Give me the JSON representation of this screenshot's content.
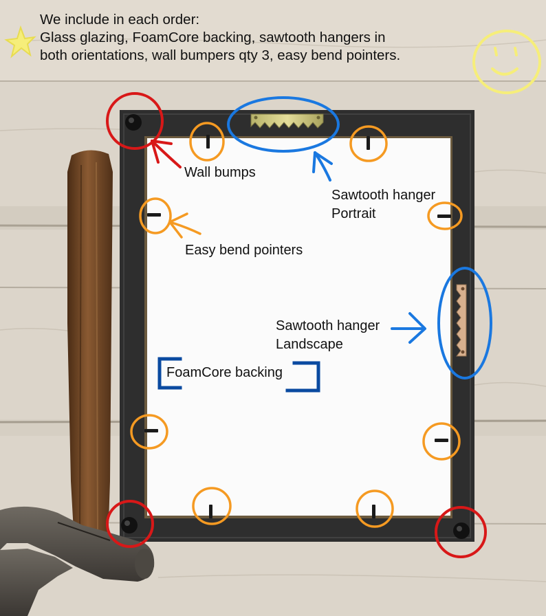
{
  "header": {
    "line1": "We include in each order:",
    "line2": "Glass glazing, FoamCore backing, sawtooth hangers in",
    "line3": "both orientations, wall bumpers qty 3, easy bend pointers."
  },
  "labels": {
    "wall_bumps": "Wall bumps",
    "sawtooth_portrait_1": "Sawtooth hanger",
    "sawtooth_portrait_2": "Portrait",
    "easy_bend": "Easy bend pointers",
    "sawtooth_landscape_1": "Sawtooth hanger",
    "sawtooth_landscape_2": "Landscape",
    "foamcore": "FoamCore backing"
  },
  "colors": {
    "red": "#d81818",
    "orange": "#f59a22",
    "blue": "#1a78e0",
    "dark_blue": "#0a4aa0",
    "yellow": "#f6ee7a",
    "frame": "#2e2e2e",
    "backing": "#fbfbfb",
    "wood": "#dcd5ca"
  }
}
